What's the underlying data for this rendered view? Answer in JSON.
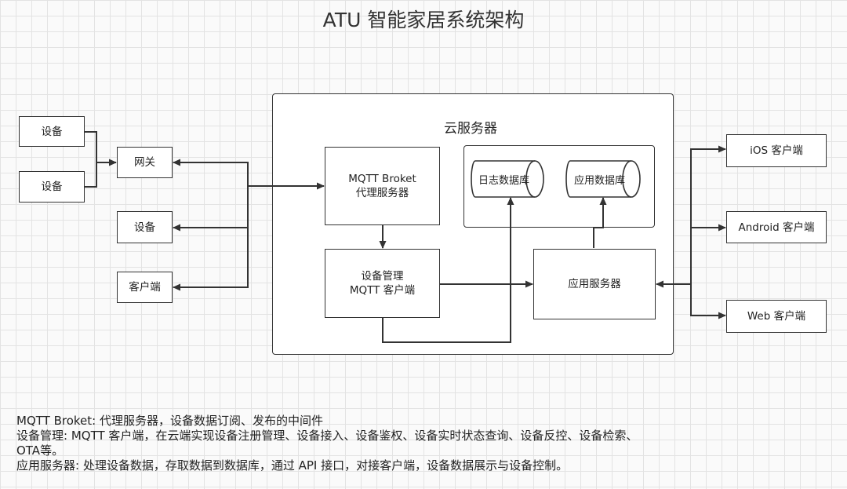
{
  "title": "ATU 智能家居系统架构",
  "cloud": {
    "label": "云服务器",
    "mqtt_broker": {
      "line1": "MQTT Broket",
      "line2": "代理服务器"
    },
    "device_mgmt": {
      "line1": "设备管理",
      "line2": "MQTT 客户端"
    },
    "app_server": "应用服务器",
    "databases": [
      "日志数据库",
      "应用数据库"
    ]
  },
  "left": {
    "device_1": "设备",
    "device_2": "设备",
    "gateway": "网关",
    "device_3": "设备",
    "client": "客户端"
  },
  "right": {
    "ios": "iOS 客户端",
    "android": "Android 客户端",
    "web": "Web 客户端"
  },
  "notes": [
    "MQTT Broket: 代理服务器，设备数据订阅、发布的中间件",
    "设备管理: MQTT 客户端，在云端实现设备注册管理、设备接入、设备鉴权、设备实时状态查询、设备反控、设备检索、",
    "OTA等。",
    "应用服务器:  处理设备数据，存取数据到数据库，通过 API 接口，对接客户端，设备数据展示与设备控制。"
  ]
}
